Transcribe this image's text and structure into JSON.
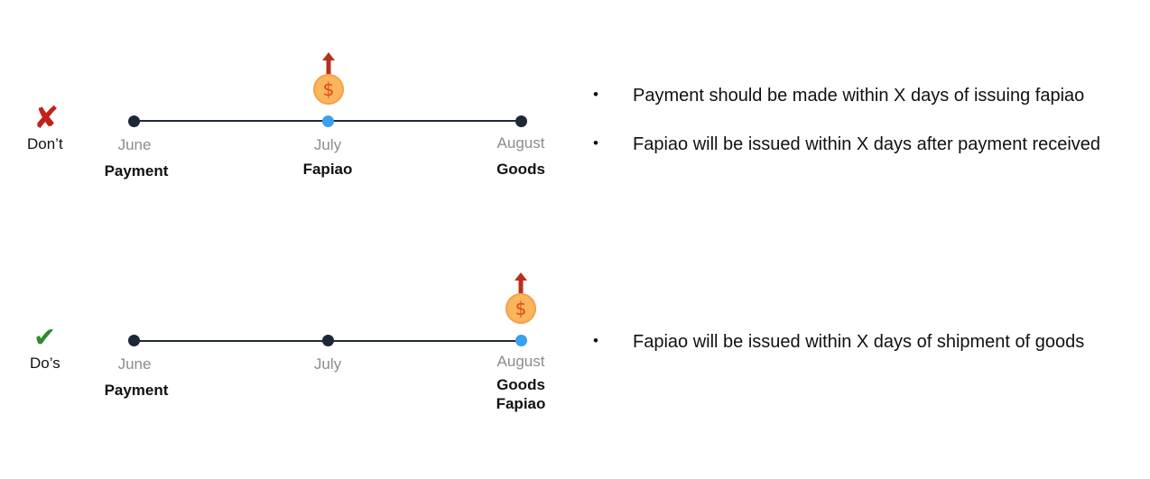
{
  "dont": {
    "mark": "✘",
    "label": "Don’t",
    "points": [
      {
        "month": "June",
        "events": [
          "Payment"
        ],
        "highlight": false
      },
      {
        "month": "July",
        "events": [
          "Fapiao"
        ],
        "highlight": true
      },
      {
        "month": "August",
        "events": [
          "Goods"
        ],
        "highlight": false
      }
    ],
    "coin_symbol": "$",
    "notes": [
      "Payment should be made within X days of issuing fapiao",
      "Fapiao will be issued within X days after payment received"
    ]
  },
  "dos": {
    "mark": "✔",
    "label": "Do’s",
    "points": [
      {
        "month": "June",
        "events": [
          "Payment"
        ],
        "highlight": false
      },
      {
        "month": "July",
        "events": [],
        "highlight": false
      },
      {
        "month": "August",
        "events": [
          "Goods",
          "Fapiao"
        ],
        "highlight": true
      }
    ],
    "coin_symbol": "$",
    "notes": [
      "Fapiao will be issued within X days of shipment of goods"
    ]
  },
  "bullet": "•",
  "colors": {
    "line": "#1f2a36",
    "dot": "#1c2836",
    "highlight_dot": "#3aa0f0",
    "coin": "#fbb55a",
    "arrow": "#b5311b",
    "cross": "#c0231a",
    "check": "#2e8b2e"
  }
}
